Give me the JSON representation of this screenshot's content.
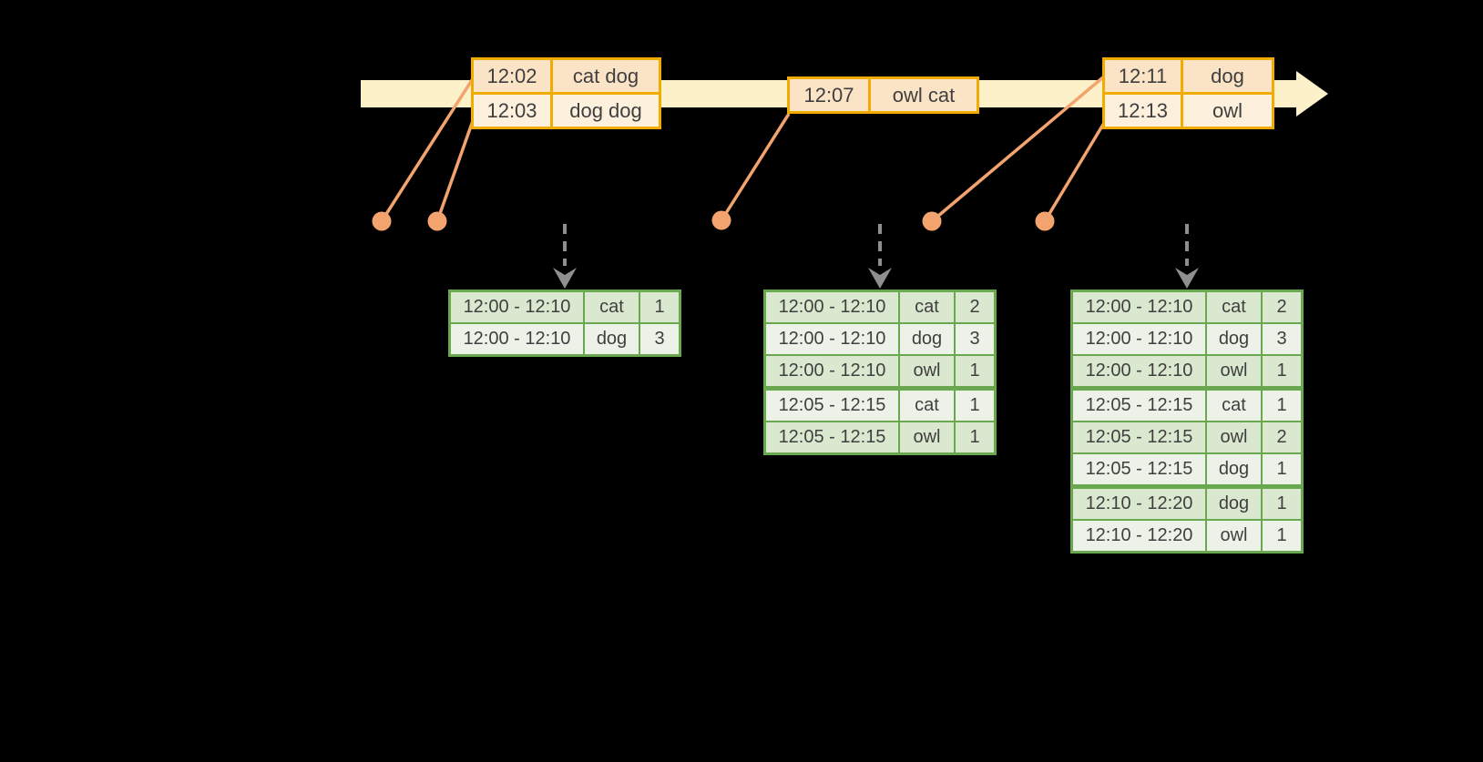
{
  "colors": {
    "background": "#000000",
    "timeline": "#fcf1c9",
    "event-border": "#f0ac00",
    "event-row-dark": "#fbe3c6",
    "event-row-light": "#fdf0dc",
    "marker": "#f3a36e",
    "arrow-gray": "#8f8f8f",
    "result-border": "#6aa84f",
    "result-row-dark": "#dbe8d0",
    "result-row-light": "#edf2e8",
    "text": "#3f3f3f"
  },
  "icons": {
    "timeline": "right-arrow-band",
    "event_marker": "dot",
    "trigger": "dashed-down-arrow"
  },
  "event_tables": [
    {
      "name": "events-12-02",
      "rows": [
        {
          "cells": [
            "12:02",
            "cat dog"
          ]
        },
        {
          "cells": [
            "12:03",
            "dog dog"
          ]
        }
      ]
    },
    {
      "name": "events-12-07",
      "rows": [
        {
          "cells": [
            "12:07",
            "owl cat"
          ]
        }
      ]
    },
    {
      "name": "events-12-11",
      "rows": [
        {
          "cells": [
            "12:11",
            "dog"
          ]
        },
        {
          "cells": [
            "12:13",
            "owl"
          ]
        }
      ]
    }
  ],
  "result_tables": [
    {
      "name": "result-table-1",
      "rows": [
        {
          "cells": [
            "12:00 - 12:10",
            "cat",
            "1"
          ]
        },
        {
          "cells": [
            "12:00 - 12:10",
            "dog",
            "3"
          ]
        }
      ]
    },
    {
      "name": "result-table-2",
      "rows": [
        {
          "cells": [
            "12:00 - 12:10",
            "cat",
            "2"
          ]
        },
        {
          "cells": [
            "12:00 - 12:10",
            "dog",
            "3"
          ]
        },
        {
          "cells": [
            "12:00 - 12:10",
            "owl",
            "1"
          ]
        },
        {
          "cells": [
            "12:05 - 12:15",
            "cat",
            "1"
          ],
          "group_start": true
        },
        {
          "cells": [
            "12:05 - 12:15",
            "owl",
            "1"
          ]
        }
      ]
    },
    {
      "name": "result-table-3",
      "rows": [
        {
          "cells": [
            "12:00 - 12:10",
            "cat",
            "2"
          ]
        },
        {
          "cells": [
            "12:00 - 12:10",
            "dog",
            "3"
          ]
        },
        {
          "cells": [
            "12:00 - 12:10",
            "owl",
            "1"
          ]
        },
        {
          "cells": [
            "12:05 - 12:15",
            "cat",
            "1"
          ],
          "group_start": true
        },
        {
          "cells": [
            "12:05 - 12:15",
            "owl",
            "2"
          ]
        },
        {
          "cells": [
            "12:05 - 12:15",
            "dog",
            "1"
          ]
        },
        {
          "cells": [
            "12:10 - 12:20",
            "dog",
            "1"
          ],
          "group_start": true
        },
        {
          "cells": [
            "12:10 - 12:20",
            "owl",
            "1"
          ]
        }
      ]
    }
  ]
}
